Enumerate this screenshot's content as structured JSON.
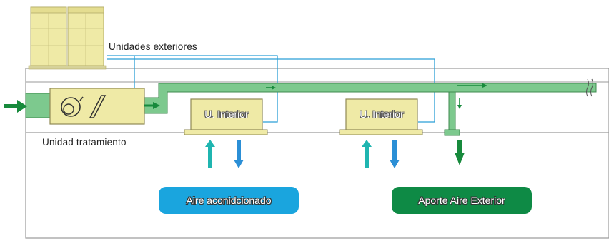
{
  "labels": {
    "outdoor_units": "Unidades exteriores",
    "treatment_unit": "Unidad tratamiento",
    "indoor_unit_1": "U. Interior",
    "indoor_unit_2": "U. Interior",
    "conditioned_air": "Aire aconidcionado",
    "outdoor_air_supply": "Aporte Aire Exterior"
  },
  "colors": {
    "duct_green": "#7dc98e",
    "unit_yellow": "#efeaa6",
    "refrigerant_line": "#2a9fd6",
    "arrow_dark_green": "#178a3c",
    "arrow_teal": "#1fb5b0",
    "arrow_blue": "#2b8fd6",
    "pill_blue": "#1aa5de",
    "pill_green": "#0e8a45"
  }
}
